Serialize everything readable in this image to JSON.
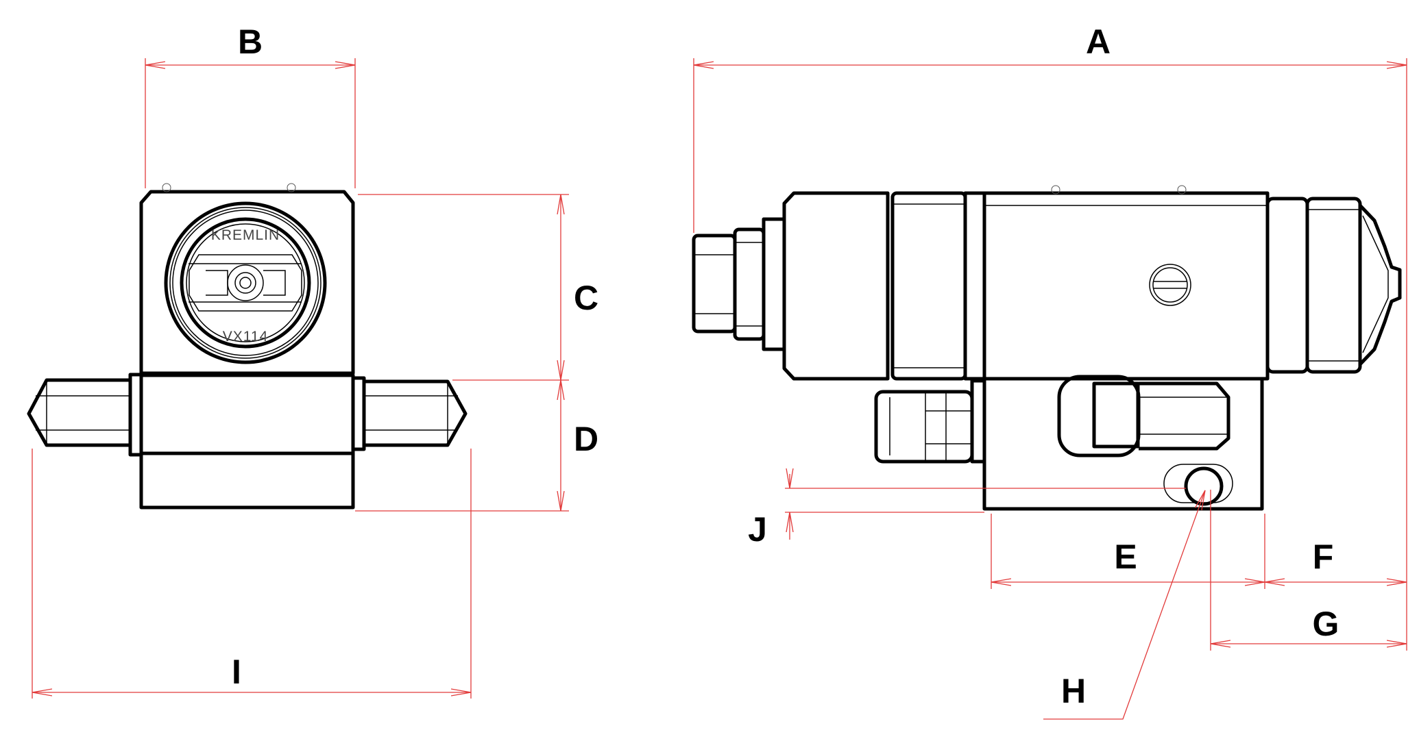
{
  "colors": {
    "outline": "#000000",
    "dimension": "#e23a3a",
    "label": "#000000",
    "background": "#ffffff"
  },
  "front_view": {
    "brand": "KREMLIN",
    "model": "VX114"
  },
  "dimensions": {
    "A": "A",
    "B": "B",
    "C": "C",
    "D": "D",
    "E": "E",
    "F": "F",
    "G": "G",
    "H": "H",
    "I": "I",
    "J": "J"
  }
}
